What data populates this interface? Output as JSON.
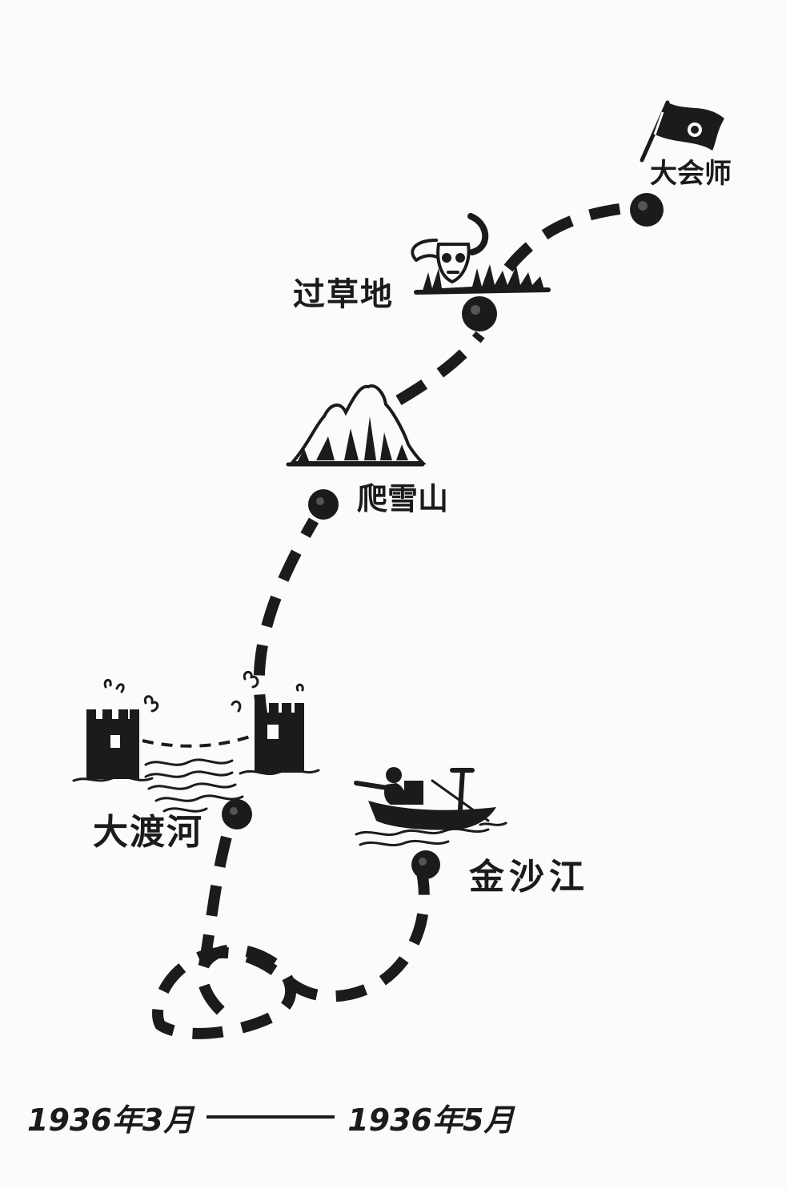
{
  "stops": {
    "huishi": "大会师",
    "caodi": "过草地",
    "xueshan": "爬雪山",
    "dadu": "大渡河",
    "jinsha": "金沙江"
  },
  "timeline": {
    "start": "1936年3月",
    "end": "1936年5月"
  },
  "icons": [
    "flag-icon",
    "bull-skull-icon",
    "grass-icon",
    "snow-mountain-icon",
    "castle-icon",
    "boat-icon",
    "waves-icon"
  ],
  "colors": {
    "ink": "#1b1b1b",
    "paper": "#fbfbf9"
  }
}
